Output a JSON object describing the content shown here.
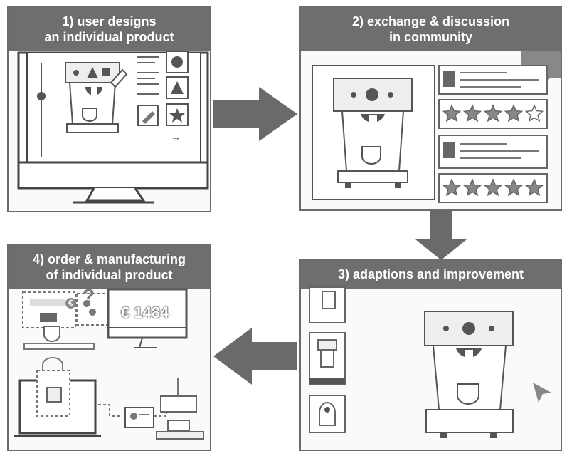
{
  "steps": [
    {
      "title_line1": "1) user designs",
      "title_line2": "an individual product"
    },
    {
      "title_line1": "2) exchange & discussion",
      "title_line2": "in community"
    },
    {
      "title_line1": "3) adaptions and improvement",
      "title_line2": ""
    },
    {
      "title_line1": "4) order & manufacturing",
      "title_line2": "of individual product"
    }
  ],
  "price_display": "€ 1484",
  "question_mark": "?",
  "coin_symbol": "€",
  "arrow_glyph": "→",
  "ratings": [
    4,
    5
  ],
  "colors": {
    "header": "#6e6e6e",
    "arrow": "#6a6a6a",
    "line": "#555555"
  }
}
